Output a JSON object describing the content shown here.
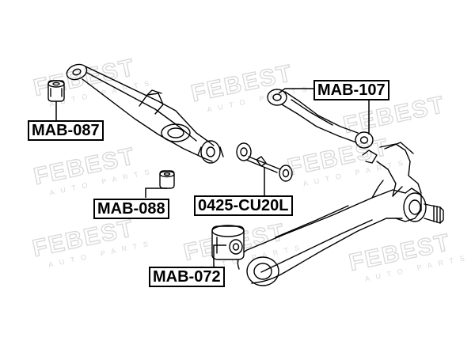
{
  "watermark": {
    "brand": "FEBEST",
    "sub": "AUTO PARTS"
  },
  "parts": {
    "mab087": "MAB-087",
    "mab088": "MAB-088",
    "mab107": "MAB-107",
    "cu20l": "0425-CU20L",
    "mab072": "MAB-072"
  },
  "colors": {
    "line": "#000000",
    "watermark": "#d8d8d8",
    "background": "#ffffff"
  }
}
